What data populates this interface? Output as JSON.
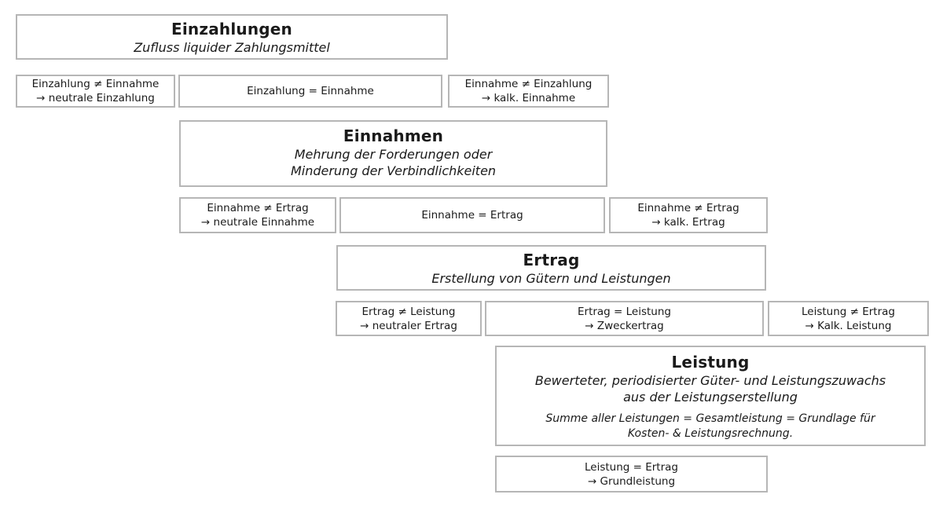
{
  "colors": {
    "border": "#b6b6b6",
    "text": "#1a1a1a",
    "background": "#ffffff"
  },
  "levels": [
    {
      "title": "Einzahlungen",
      "subtitle_line1": "Zufluss liquider Zahlungsmittel",
      "cells": [
        {
          "relation": "Einzahlung ≠ Einnahme",
          "result": "→ neutrale Einzahlung"
        },
        {
          "relation": "Einzahlung = Einnahme",
          "result": ""
        },
        {
          "relation": "Einnahme ≠ Einzahlung",
          "result": "→ kalk. Einnahme"
        }
      ]
    },
    {
      "title": "Einnahmen",
      "subtitle_line1": "Mehrung der Forderungen oder",
      "subtitle_line2": "Minderung der Verbindlichkeiten",
      "cells": [
        {
          "relation": "Einnahme ≠ Ertrag",
          "result": "→ neutrale Einnahme"
        },
        {
          "relation": "Einnahme = Ertrag",
          "result": ""
        },
        {
          "relation": "Einnahme ≠ Ertrag",
          "result": "→ kalk. Ertrag"
        }
      ]
    },
    {
      "title": "Ertrag",
      "subtitle_line1": "Erstellung von Gütern und Leistungen",
      "cells": [
        {
          "relation": "Ertrag ≠ Leistung",
          "result": "→ neutraler Ertrag"
        },
        {
          "relation": "Ertrag = Leistung",
          "result": "→ Zweckertrag"
        },
        {
          "relation": "Leistung ≠ Ertrag",
          "result": "→ Kalk. Leistung"
        }
      ]
    },
    {
      "title": "Leistung",
      "subtitle_line1": "Bewerteter, periodisierter Güter- und Leistungszuwachs",
      "subtitle_line2": "aus der Leistungserstellung",
      "note_line1": "Summe aller Leistungen = Gesamtleistung = Grundlage für",
      "note_line2": "Kosten- & Leistungsrechnung.",
      "cells": [
        {
          "relation": "Leistung = Ertrag",
          "result": "→ Grundleistung"
        }
      ]
    }
  ]
}
